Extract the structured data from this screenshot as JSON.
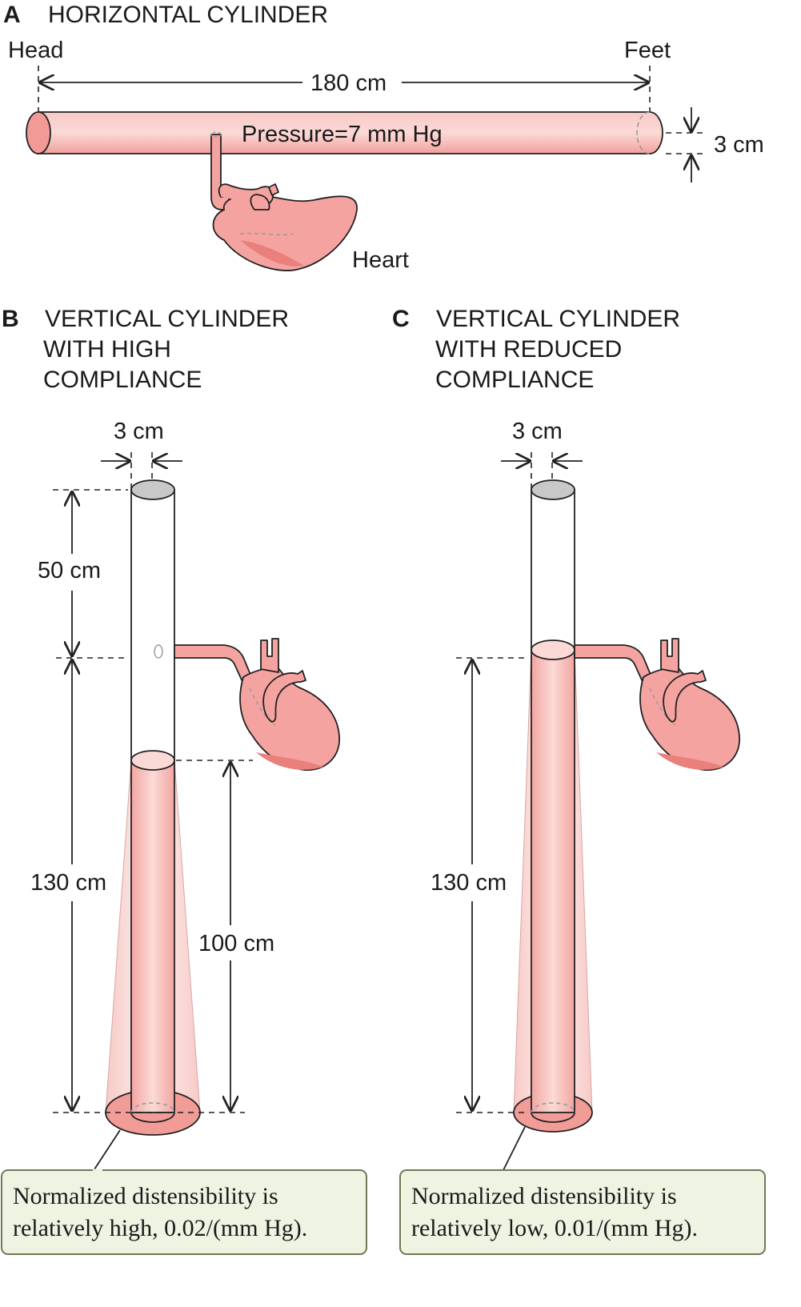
{
  "panel_a": {
    "letter": "A",
    "title": "HORIZONTAL CYLINDER",
    "head_label": "Head",
    "feet_label": "Feet",
    "length_label": "180 cm",
    "pressure_label": "Pressure=7 mm Hg",
    "diameter_label": "3 cm",
    "heart_label": "Heart"
  },
  "panel_b": {
    "letter": "B",
    "title_lines": [
      "VERTICAL CYLINDER",
      "WITH HIGH",
      "COMPLIANCE"
    ],
    "diameter_label": "3 cm",
    "upper_label": "50 cm",
    "total_label": "130 cm",
    "filled_label": "100 cm",
    "note_lines": [
      "Normalized distensibility is",
      "relatively high, 0.02/(mm Hg)."
    ]
  },
  "panel_c": {
    "letter": "C",
    "title_lines": [
      "VERTICAL CYLINDER",
      "WITH REDUCED",
      "COMPLIANCE"
    ],
    "diameter_label": "3 cm",
    "total_label": "130 cm",
    "note_lines": [
      "Normalized distensibility is",
      "relatively low, 0.01/(mm Hg)."
    ]
  },
  "colors": {
    "tube_fill": "#f4a3a0",
    "tube_light": "#fbd9d6",
    "cap_gray": "#c8c8c8",
    "note_bg": "#eef3e2",
    "note_border": "#6f7a55"
  }
}
